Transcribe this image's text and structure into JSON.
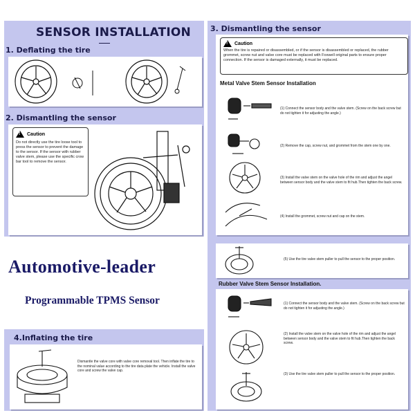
{
  "installation_title": "SENSOR INSTALLATION",
  "sections": {
    "deflating": "1. Deflating the tire",
    "dismantling_sensor": "2. Dismantling the sensor",
    "dismantling_sensor_right": "3. Dismantling the sensor",
    "inflating": "4.Inflating the tire"
  },
  "caution_label": "Caution",
  "caution_left_text": "Do not directly use the tire loose tool to press the sensor to prevent the damage to the sensor. If the sensor with rubber valve stem, please use the specific crow bar tool to remove the sensor.",
  "caution_right_text": "When the tire is repaired or disassembled, or if the sensor is disassembled or replaced, the rubber grommet, screw nut and valve core must be replaced with Foxwell original parts to ensure proper connection. If the sensor is damaged externally, it must be replaced.",
  "metal_title": "Metal Valve Stem Sensor Installation",
  "metal_steps": [
    "(1) Connect the sensor body and the valve stem. (Screw on the back screw but do not tighten it for adjusting the angle.)",
    "(2) Remove the cap, screw nut, and grommet from the stem one by one.",
    "(3) Install the valve stem on the valve hole of the rim and adjust the angel between sensor body and the valve stem to fit hub.Then tighten the back screw.",
    "(4) Install the grommet, screw nut and cap on the stem."
  ],
  "metal_step5": "(5) Use the tire valve stem puller to pull the sensor to the proper position.",
  "rubber_title": "Rubber Valve Stem Sensor Installation.",
  "rubber_steps": [
    "(1) Connect the sensor body and the valve stem. (Screw on the back screw but do not tighten it for adjusting the angle.)",
    "(2) Install the valve stem on the valve hole of the rim and adjust the angel between sensor body and the valve stem to fit hub.Then tighten the back screw.",
    "(3) Use the tire valve stem puller to pull the sensor to the proper position."
  ],
  "brand": "Automotive-leader",
  "subtitle": "Programmable TPMS Sensor",
  "inflate_text": "Dismantle the valve core with valve core removal tool. Then inflate the tire to the nominal value according to the tire data plate the vehicle. Install the valve core and screw the valve cap.",
  "colors": {
    "lavender": "#c4c6ee",
    "title_navy": "#1b1b4a",
    "brand_navy": "#1a1a66"
  }
}
